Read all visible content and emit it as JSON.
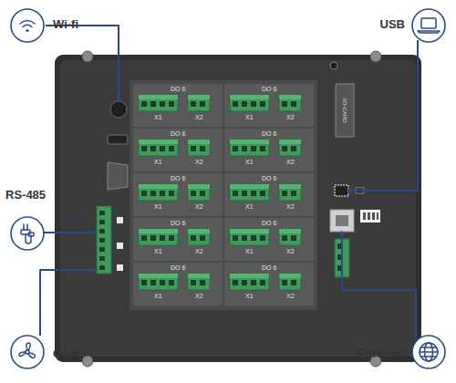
{
  "diagram": {
    "nodes": [
      {
        "text": [
          "Wi-fi"
        ]
      },
      {
        "text": [
          "USB"
        ]
      },
      {
        "text": [
          "DO 6",
          "X1",
          "X2"
        ]
      },
      {
        "text": [
          "DO 6",
          "X1",
          "X2"
        ]
      },
      {
        "text": [
          "DO 6",
          "X1",
          "X2"
        ]
      },
      {
        "text": [
          "DO 6",
          "X1",
          "X2"
        ]
      },
      {
        "text": [
          "DO 6",
          "X1",
          "X2"
        ]
      },
      {
        "text": [
          "DO 6",
          "X1",
          "X2"
        ]
      },
      {
        "text": [
          "DO 6",
          "X1",
          "X2"
        ]
      },
      {
        "text": [
          "DO 6",
          "X1",
          "X2"
        ]
      },
      {
        "text": [
          "DO 6",
          "X1",
          "X2"
        ]
      },
      {
        "text": [
          "DO 6",
          "X1",
          "X2"
        ]
      },
      {
        "text": [
          "RS-485"
        ]
      },
      {
        "text": [
          "CAN"
        ]
      },
      {
        "text": [
          "Ethernet"
        ]
      }
    ],
    "labels": [
      "SD-CARD"
    ]
  }
}
